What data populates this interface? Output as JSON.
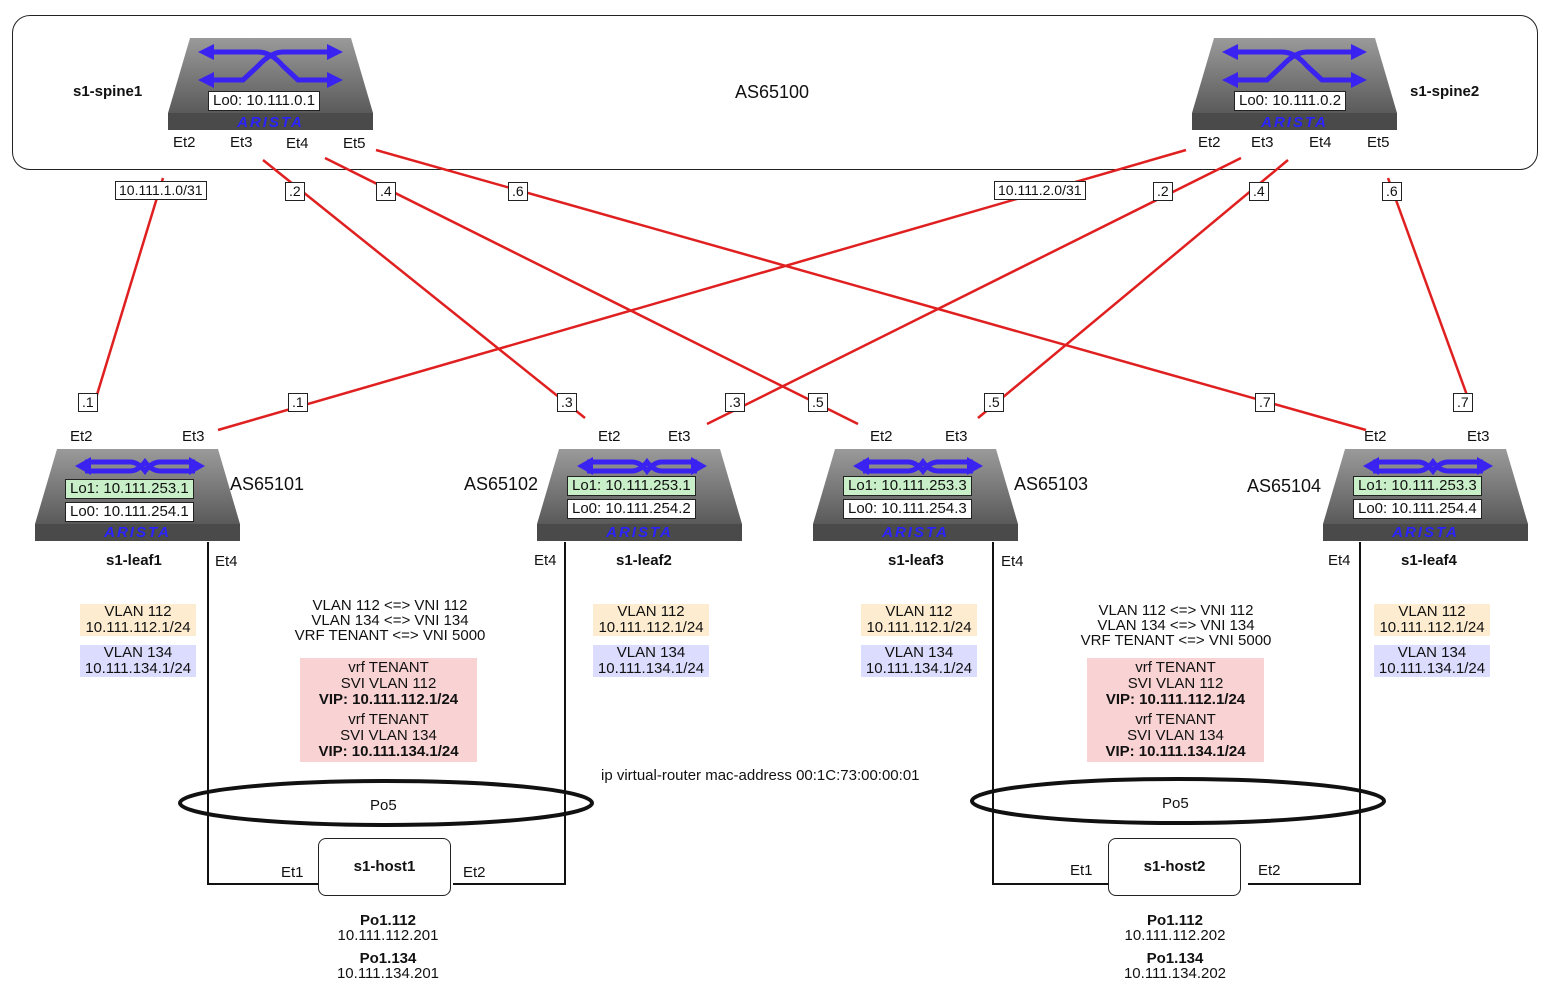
{
  "as_region": {
    "label": "AS65100"
  },
  "spines": [
    {
      "name": "s1-spine1",
      "lo0": "Lo0: 10.111.0.1",
      "brand": "ARISTA",
      "ports": [
        "Et2",
        "Et3",
        "Et4",
        "Et5"
      ]
    },
    {
      "name": "s1-spine2",
      "lo0": "Lo0: 10.111.0.2",
      "brand": "ARISTA",
      "ports": [
        "Et2",
        "Et3",
        "Et4",
        "Et5"
      ]
    }
  ],
  "leaves": [
    {
      "name": "s1-leaf1",
      "asn": "AS65101",
      "lo1": "Lo1: 10.111.253.1",
      "lo0": "Lo0: 10.111.254.1",
      "brand": "ARISTA",
      "ports": [
        "Et2",
        "Et3",
        "Et4"
      ],
      "vlan112": [
        "VLAN 112",
        "10.111.112.1/24"
      ],
      "vlan134": [
        "VLAN 134",
        "10.111.134.1/24"
      ]
    },
    {
      "name": "s1-leaf2",
      "asn": "AS65102",
      "lo1": "Lo1: 10.111.253.1",
      "lo0": "Lo0: 10.111.254.2",
      "brand": "ARISTA",
      "ports": [
        "Et2",
        "Et3",
        "Et4"
      ],
      "vlan112": [
        "VLAN 112",
        "10.111.112.1/24"
      ],
      "vlan134": [
        "VLAN 134",
        "10.111.134.1/24"
      ]
    },
    {
      "name": "s1-leaf3",
      "asn": "AS65103",
      "lo1": "Lo1: 10.111.253.3",
      "lo0": "Lo0: 10.111.254.3",
      "brand": "ARISTA",
      "ports": [
        "Et2",
        "Et3",
        "Et4"
      ],
      "vlan112": [
        "VLAN 112",
        "10.111.112.1/24"
      ],
      "vlan134": [
        "VLAN 134",
        "10.111.134.1/24"
      ]
    },
    {
      "name": "s1-leaf4",
      "asn": "AS65104",
      "lo1": "Lo1: 10.111.253.3",
      "lo0": "Lo0: 10.111.254.4",
      "brand": "ARISTA",
      "ports": [
        "Et2",
        "Et3",
        "Et4"
      ],
      "vlan112": [
        "VLAN 112",
        "10.111.112.1/24"
      ],
      "vlan134": [
        "VLAN 134",
        "10.111.134.1/24"
      ]
    }
  ],
  "link_labels": {
    "spine1_subnet": "10.111.1.0/31",
    "spine2_subnet": "10.111.2.0/31",
    "spine1_addrs": [
      ".2",
      ".4",
      ".6"
    ],
    "spine2_addrs": [
      ".2",
      ".4",
      ".6"
    ],
    "leaf_addrs": [
      ".1",
      ".1",
      ".3",
      ".3",
      ".5",
      ".5",
      ".7",
      ".7"
    ]
  },
  "pairs": [
    {
      "mapping": [
        "VLAN 112 <=> VNI 112",
        "VLAN 134 <=> VNI 134",
        "VRF TENANT <=> VNI 5000"
      ],
      "vrf": [
        {
          "line1": "vrf TENANT",
          "line2": "SVI VLAN 112",
          "vip": "VIP: 10.111.112.1/24"
        },
        {
          "line1": "vrf TENANT",
          "line2": "SVI VLAN 134",
          "vip": "VIP: 10.111.134.1/24"
        }
      ],
      "po": "Po5",
      "host": {
        "name": "s1-host1",
        "left_port": "Et1",
        "right_port": "Et2",
        "po1": "Po1.112",
        "ip1": "10.111.112.201",
        "po2": "Po1.134",
        "ip2": "10.111.134.201"
      }
    },
    {
      "mapping": [
        "VLAN 112 <=> VNI 112",
        "VLAN 134 <=> VNI 134",
        "VRF TENANT <=> VNI 5000"
      ],
      "vrf": [
        {
          "line1": "vrf TENANT",
          "line2": "SVI VLAN 112",
          "vip": "VIP: 10.111.112.1/24"
        },
        {
          "line1": "vrf TENANT",
          "line2": "SVI VLAN 134",
          "vip": "VIP: 10.111.134.1/24"
        }
      ],
      "po": "Po5",
      "host": {
        "name": "s1-host2",
        "left_port": "Et1",
        "right_port": "Et2",
        "po1": "Po1.112",
        "ip1": "10.111.112.202",
        "po2": "Po1.134",
        "ip2": "10.111.134.202"
      }
    }
  ],
  "virtual_mac": "ip virtual-router mac-address 00:1C:73:00:00:01",
  "colors": {
    "link": "#e02020",
    "arrow": "#3a22f0",
    "vlan112": "#fdeccf",
    "vlan134": "#dcdcff",
    "vrf": "#f9d3d3",
    "lo1": "#c8efc8"
  }
}
